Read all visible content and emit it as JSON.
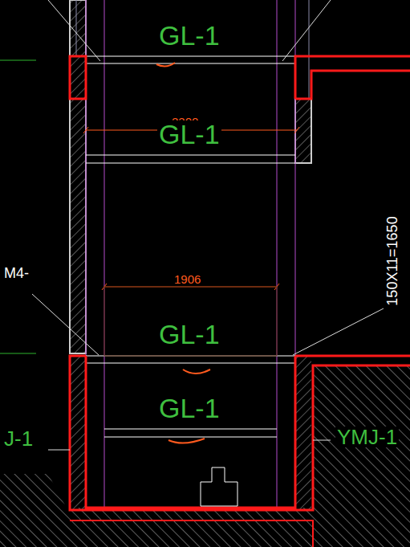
{
  "diagram": {
    "labels": [
      "GL-1",
      "2300",
      "GL-1",
      "1906",
      "GL-1",
      "GL-1",
      "150X11=1650",
      "YMJ-1",
      "J-1",
      "M4-"
    ]
  }
}
